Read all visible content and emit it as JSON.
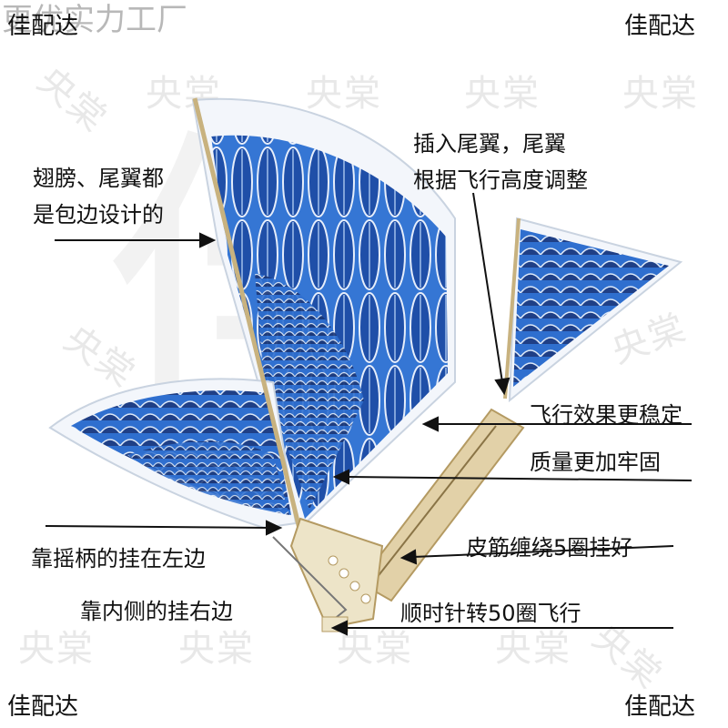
{
  "watermarks": {
    "corner_brand": "佳配达",
    "top_banner": "更优实力工厂",
    "pattern": "央棠",
    "big_brand": "佳"
  },
  "captions": {
    "wing_edge_line1": "翅膀、尾翼都",
    "wing_edge_line2": "是包边设计的",
    "tail_insert_line1": "插入尾翼，尾翼",
    "tail_insert_line2": "根据飞行高度调整",
    "stable_flight": "飞行效果更稳定",
    "quality": "质量更加牢固",
    "rubber_band": "皮筋缠绕5圈挂好",
    "left_hook": "靠摇柄的挂在左边",
    "right_hook": "靠内侧的挂右边",
    "turns": "顺时针转50圈飞行"
  },
  "colors": {
    "feather_dark": "#1f3f86",
    "feather_mid": "#2f6fcf",
    "feather_light": "#a9c7ef",
    "wood": "#d8c497"
  }
}
